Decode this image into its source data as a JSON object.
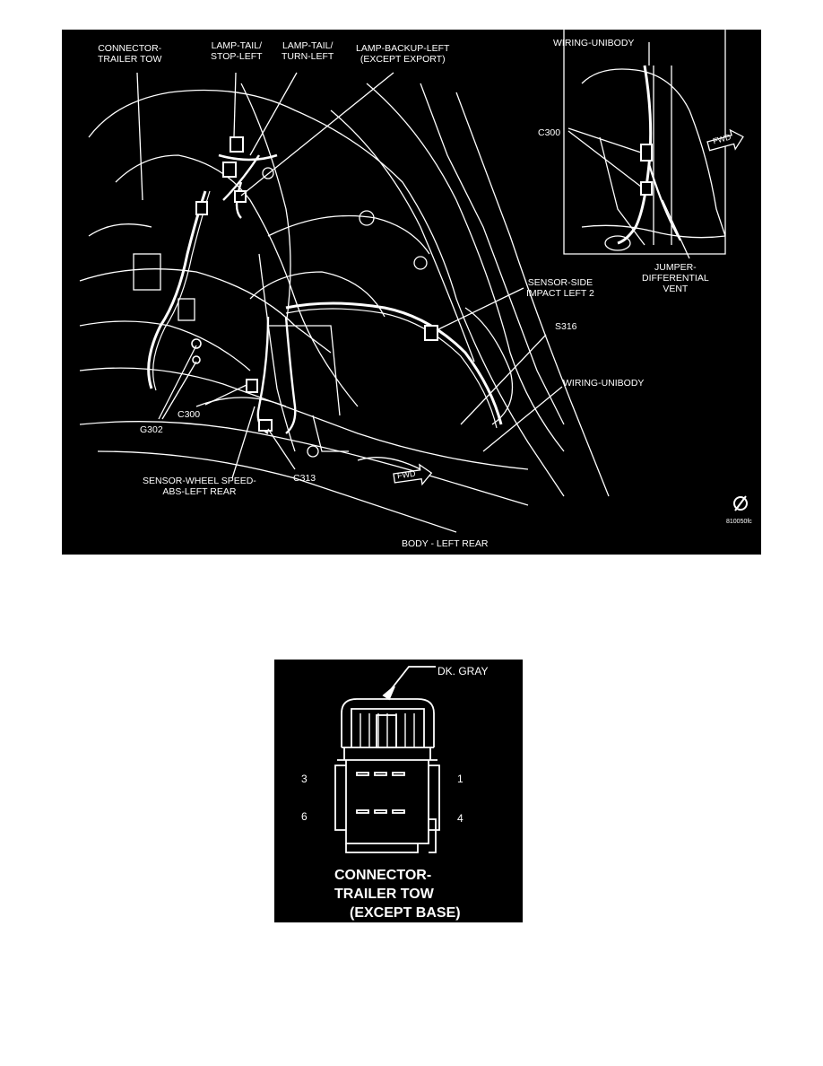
{
  "figure1": {
    "caption": "BODY - LEFT REAR",
    "code": "810050fc",
    "labels": {
      "connector_trailer_tow": "CONNECTOR-\nTRAILER TOW",
      "lamp_tail_stop": "LAMP-TAIL/\nSTOP-LEFT",
      "lamp_tail_turn": "LAMP-TAIL/\nTURN-LEFT",
      "lamp_backup": "LAMP-BACKUP-LEFT\n(EXCEPT EXPORT)",
      "wiring_unibody_top": "WIRING-UNIBODY",
      "c300_inset": "C300",
      "fwd_inset": "FWD",
      "jumper": "JUMPER-\nDIFFERENTIAL\nVENT",
      "sensor_side": "SENSOR-SIDE\nIMPACT LEFT 2",
      "s316": "S316",
      "wiring_unibody_right": "WIRING-UNIBODY",
      "g302": "G302",
      "c300": "C300",
      "sensor_wheel": "SENSOR-WHEEL SPEED-\nABS-LEFT REAR",
      "c313": "C313",
      "fwd": "FWD"
    }
  },
  "figure2": {
    "color_label": "DK. GRAY",
    "pins": {
      "p3": "3",
      "p1": "1",
      "p6": "6",
      "p4": "4"
    },
    "title_line1": "CONNECTOR-",
    "title_line2": "TRAILER TOW",
    "title_line3": "(EXCEPT BASE)"
  }
}
